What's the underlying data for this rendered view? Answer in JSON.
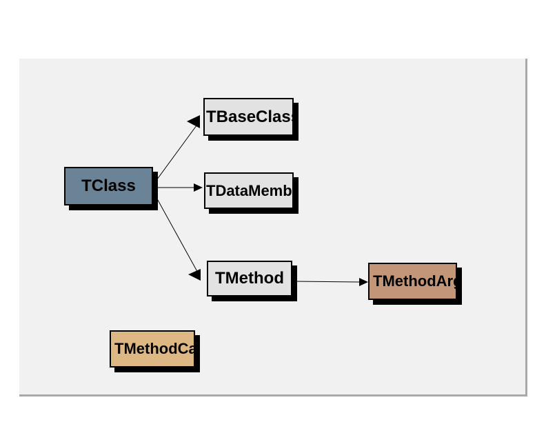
{
  "canvas": {
    "background_color": "#f1f1f1",
    "border_color": "#a9a9a9",
    "page_background_color": "#ffffff"
  },
  "style": {
    "box_border_color": "#000000",
    "box_shadow_color": "#000000",
    "line_color": "#000000",
    "text_color": "#000000"
  },
  "nodes": {
    "tclass": {
      "label": "TClass",
      "fill": "#6a8396"
    },
    "tbaseclass": {
      "label": "TBaseClass",
      "fill": "#e2e2e2"
    },
    "tdatamember": {
      "label": "TDataMember",
      "fill": "#e2e2e2"
    },
    "tmethod": {
      "label": "TMethod",
      "fill": "#e2e2e2"
    },
    "tmethodarg": {
      "label": "TMethodArg",
      "fill": "#c49678"
    },
    "tmethodcall": {
      "label": "TMethodCall",
      "fill": "#deb884"
    }
  },
  "edges": [
    {
      "from": "TClass",
      "to": "TBaseClass"
    },
    {
      "from": "TClass",
      "to": "TDataMember"
    },
    {
      "from": "TClass",
      "to": "TMethod"
    },
    {
      "from": "TMethod",
      "to": "TMethodArg"
    }
  ]
}
